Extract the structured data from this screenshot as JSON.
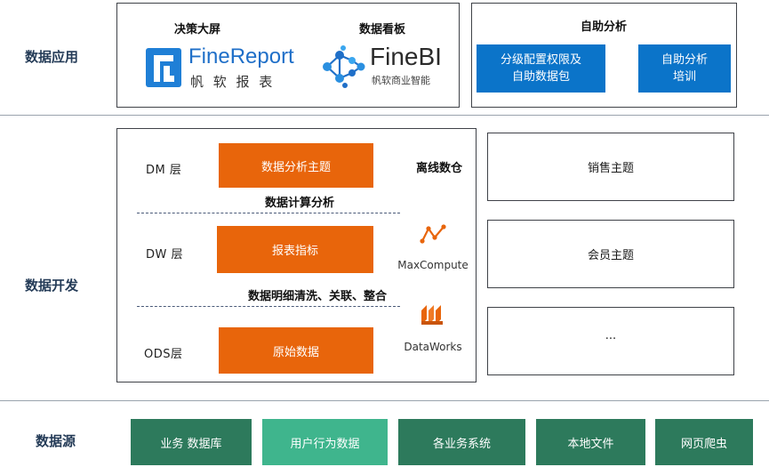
{
  "rows": {
    "application": "数据应用",
    "development": "数据开发",
    "source": "数据源"
  },
  "app": {
    "decision_title": "决策大屏",
    "finereport_name": "FineReport",
    "finereport_cn": "帆 软 报 表",
    "dashboard_title": "数据看板",
    "finebi_name": "FineBI",
    "finebi_cn": "帆软商业智能",
    "selfservice_title": "自助分析",
    "selfservice_boxes": [
      "分级配置权限及\n自助数据包",
      "自助分析\n培训"
    ]
  },
  "dev": {
    "warehouse_title": "离线数仓",
    "layers": [
      {
        "label": "DM 层",
        "box": "数据分析主题"
      },
      {
        "label": "DW 层",
        "box": "报表指标"
      },
      {
        "label": "ODS层",
        "box": "原始数据"
      }
    ],
    "between": [
      "数据计算分析",
      "数据明细清洗、关联、整合"
    ],
    "tools": [
      "MaxCompute",
      "DataWorks"
    ],
    "themes": [
      "销售主题",
      "会员主题",
      "..."
    ]
  },
  "sources": [
    "业务 数据库",
    "用户行为数据",
    "各业务系统",
    "本地文件",
    "网页爬虫"
  ],
  "colors": {
    "blue": "#0b74c9",
    "orange": "#e8650b",
    "green_dark": "#2d7a5c",
    "green_light": "#3fb58d",
    "label_navy": "#243b57"
  },
  "icons": [
    "finereport-logo-icon",
    "finebi-logo-icon",
    "maxcompute-icon",
    "dataworks-icon"
  ]
}
